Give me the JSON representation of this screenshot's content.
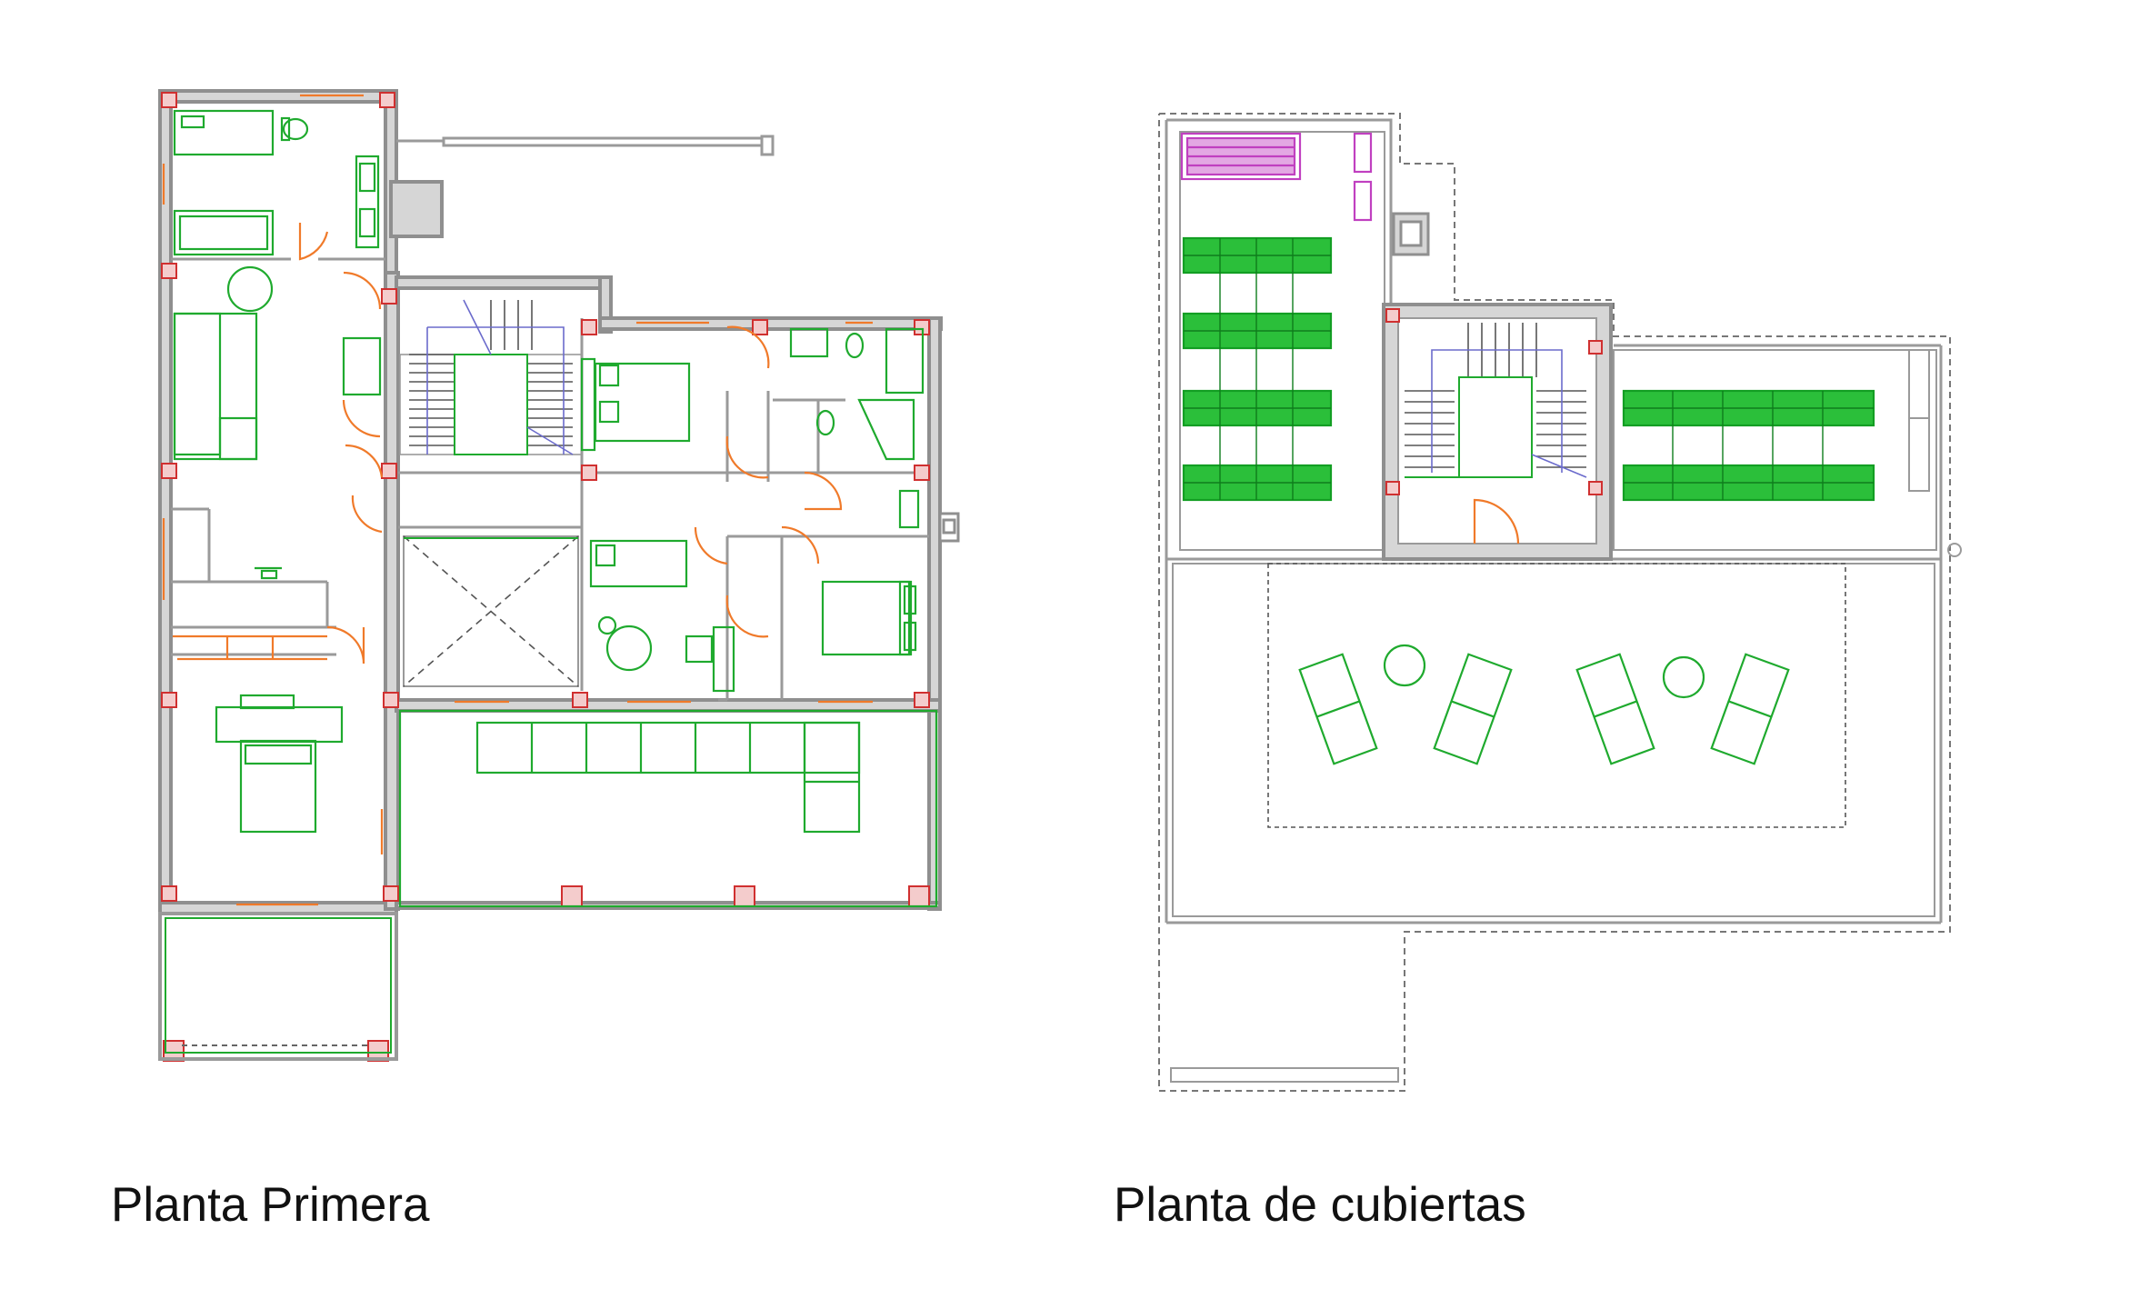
{
  "captions": {
    "first_floor": "Planta Primera",
    "roof_plan": "Planta de cubiertas"
  },
  "colors": {
    "wall": "#9a9a9a",
    "wall_fill": "#d4d4d4",
    "furniture": "#1faa2e",
    "doors": "#f07a2a",
    "columns": "#d03030",
    "stairs": "#6b6bcc",
    "solar_panels": "#18a428",
    "thermal_panel": "#c040c0",
    "outline": "#9a9a9a"
  },
  "icons": [
    "north-arrow-none"
  ]
}
